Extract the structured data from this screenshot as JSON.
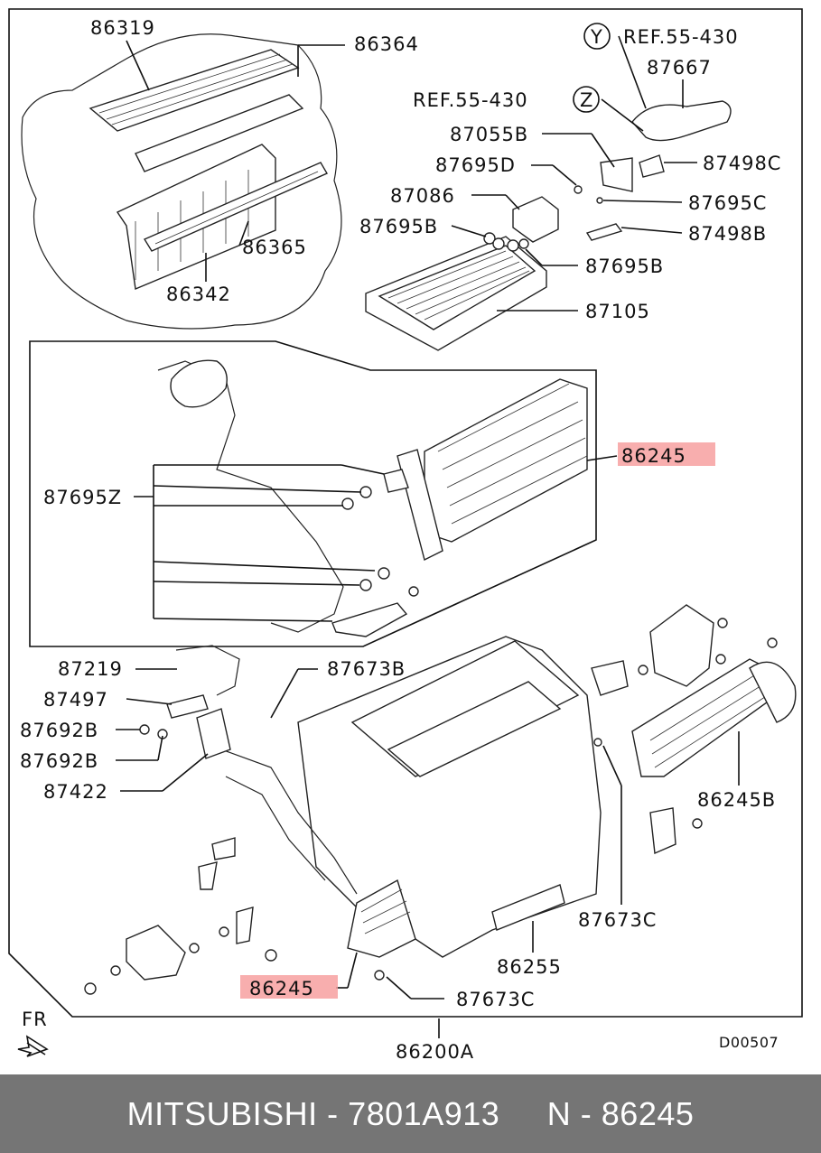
{
  "diagram": {
    "drawing_code": "D00507",
    "assembly_label": "86200A",
    "direction_label": "FR",
    "callouts": [
      {
        "id": "c86319",
        "text": "86319",
        "highlighted": false
      },
      {
        "id": "c86364",
        "text": "86364",
        "highlighted": false
      },
      {
        "id": "c86365",
        "text": "86365",
        "highlighted": false
      },
      {
        "id": "c86342",
        "text": "86342",
        "highlighted": false
      },
      {
        "id": "cY",
        "text": "REF.55-430",
        "ref_letter": "Y",
        "highlighted": false
      },
      {
        "id": "cZ",
        "text": "REF.55-430",
        "ref_letter": "Z",
        "highlighted": false
      },
      {
        "id": "c87667",
        "text": "87667",
        "highlighted": false
      },
      {
        "id": "c87055B",
        "text": "87055B",
        "highlighted": false
      },
      {
        "id": "c87695D",
        "text": "87695D",
        "highlighted": false
      },
      {
        "id": "c87498C",
        "text": "87498C",
        "highlighted": false
      },
      {
        "id": "c87086",
        "text": "87086",
        "highlighted": false
      },
      {
        "id": "c87695C",
        "text": "87695C",
        "highlighted": false
      },
      {
        "id": "c87695B_l",
        "text": "87695B",
        "highlighted": false
      },
      {
        "id": "c87498B",
        "text": "87498B",
        "highlighted": false
      },
      {
        "id": "c87695B_r",
        "text": "87695B",
        "highlighted": false
      },
      {
        "id": "c87105",
        "text": "87105",
        "highlighted": false
      },
      {
        "id": "c86245_top",
        "text": "86245",
        "highlighted": true
      },
      {
        "id": "c87695Z",
        "text": "87695Z",
        "highlighted": false
      },
      {
        "id": "c87219",
        "text": "87219",
        "highlighted": false
      },
      {
        "id": "c87673B",
        "text": "87673B",
        "highlighted": false
      },
      {
        "id": "c87497",
        "text": "87497",
        "highlighted": false
      },
      {
        "id": "c87692B_1",
        "text": "87692B",
        "highlighted": false
      },
      {
        "id": "c87692B_2",
        "text": "87692B",
        "highlighted": false
      },
      {
        "id": "c87422",
        "text": "87422",
        "highlighted": false
      },
      {
        "id": "c86245B",
        "text": "86245B",
        "highlighted": false
      },
      {
        "id": "c87673C_r",
        "text": "87673C",
        "highlighted": false
      },
      {
        "id": "c86255",
        "text": "86255",
        "highlighted": false
      },
      {
        "id": "c86245_bot",
        "text": "86245",
        "highlighted": true
      },
      {
        "id": "c87673C_b",
        "text": "87673C",
        "highlighted": false
      }
    ]
  },
  "footer": {
    "brand": "MITSUBISHI",
    "part_number": "7801A913",
    "ref_number": "N - 86245",
    "text": "MITSUBISHI - 7801A913     N - 86245"
  },
  "colors": {
    "highlight": "#f7a0a0",
    "footer_bg": "#757575",
    "footer_text": "#ffffff",
    "line": "#111111"
  }
}
